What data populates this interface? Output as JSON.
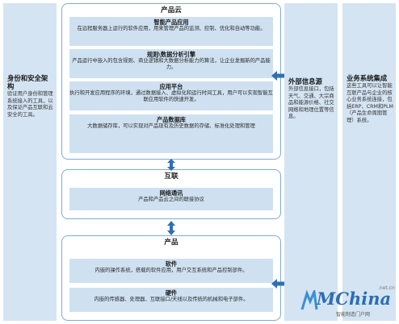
{
  "left_panel": {
    "title": "身份和安全架构",
    "text": "验证用户身份和管理系统接入的工具，以及保证产品互联和云安全的工具。"
  },
  "right_panel": {
    "title": "业务系统集成",
    "text": "这些工具可以让智能互联产品与企业的核心业务系统连接，包括ERP、CRM和PLM（产品生命周期管理）系统。"
  },
  "external_panel": {
    "title": "外部信息源",
    "text": "外部信息接口，包括天气、交通、大宗商品和能源价格、社交网络和地理位置等信息。"
  },
  "cloud": {
    "title": "产品云",
    "boxes": [
      {
        "title": "智能产品应用",
        "text": "在远程服务器上运行的软件应用，用来管理产品的监测、控制、优化和自动等功能。"
      },
      {
        "title": "规则\\数据分析引擎",
        "text": "产品运行中嵌入的包含规则、商业逻辑和大数据分析能力的算法，让企业发掘新的产品能力。"
      },
      {
        "title": "应用平台",
        "text": "执行和开发应用程序的环境，通过数据接入、虚拟化和运行时间工具，用户可以实现智能互联应用软件的快速开发。"
      },
      {
        "title": "产品数据库",
        "text": "大数据储存库，可以实现对产品现有及历史数据的存储、标准化处理和管理"
      }
    ]
  },
  "connectivity": {
    "title": "互联",
    "box": {
      "title": "网络通讯",
      "text": "产品和产品云之间的联接协议"
    }
  },
  "product": {
    "title": "产品",
    "boxes": [
      {
        "title": "软件",
        "text": "内嵌的操作系统，搭载的软件应用，用户交互系统和产品控制部件。"
      },
      {
        "title": "硬件",
        "text": "内嵌的传感器、处理器、互联接口/天线以及传统的机械和电子部件。"
      }
    ]
  },
  "watermark": {
    "brand": "MChina",
    "sub": "智能制造门户网",
    "net": ".net.cn"
  },
  "colors": {
    "panel": "#d4e4f2",
    "box": "#cfe1f1",
    "border": "#7eaad6",
    "arrow": "#2f6fb5"
  }
}
